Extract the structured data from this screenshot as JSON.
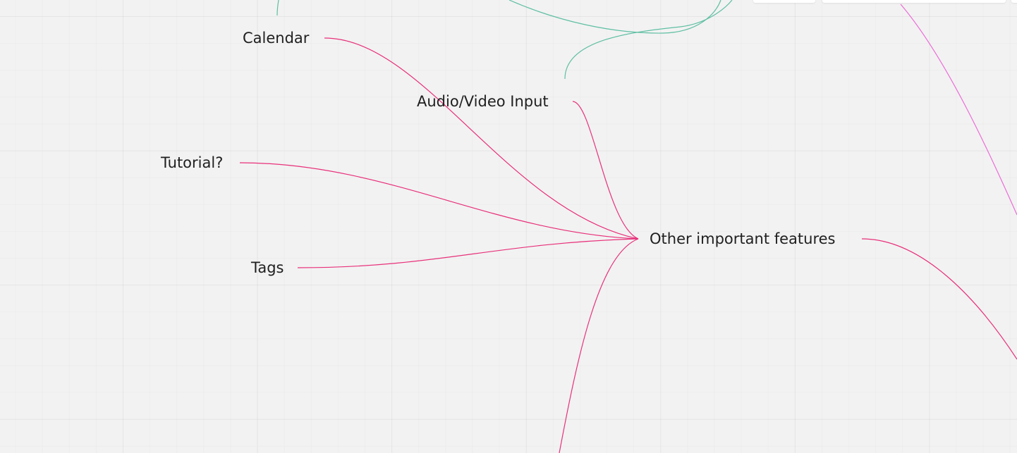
{
  "board": {
    "colors": {
      "background": "#f2f2f2",
      "branch_magenta": "#e8307a",
      "branch_pink": "#ec6bd8",
      "branch_teal": "#5fbfa3",
      "text": "#1f1f1f"
    }
  },
  "nodes": {
    "calendar": "Calendar",
    "audio_video_input": "Audio/Video Input",
    "tutorial": "Tutorial?",
    "tags": "Tags",
    "other_important_features": "Other important features"
  }
}
